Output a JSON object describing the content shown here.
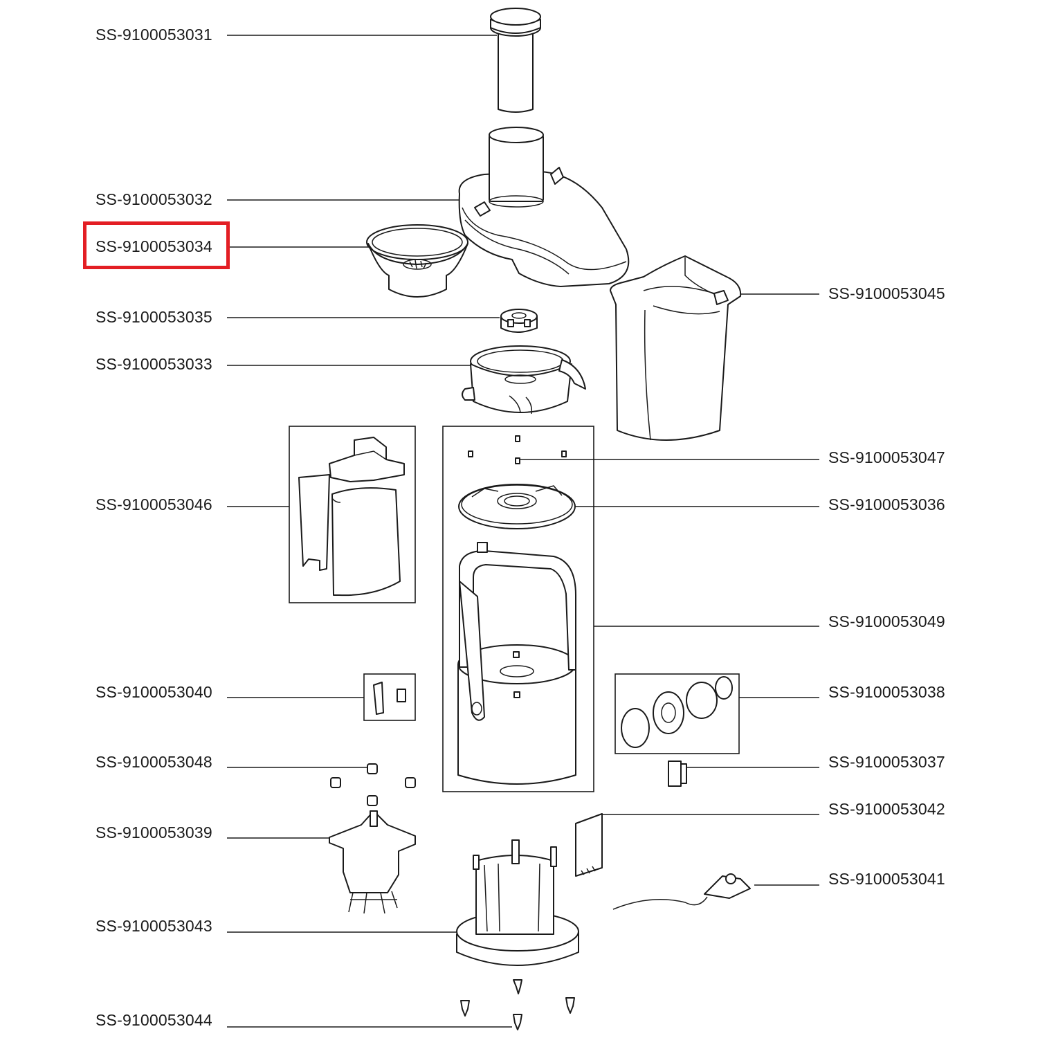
{
  "highlight": {
    "color": "#e31e24",
    "part": "SS-9100053034"
  },
  "labels": {
    "p3031": "SS-9100053031",
    "p3032": "SS-9100053032",
    "p3034": "SS-9100053034",
    "p3035": "SS-9100053035",
    "p3033": "SS-9100053033",
    "p3046": "SS-9100053046",
    "p3040": "SS-9100053040",
    "p3048": "SS-9100053048",
    "p3039": "SS-9100053039",
    "p3043": "SS-9100053043",
    "p3044": "SS-9100053044",
    "p3045": "SS-9100053045",
    "p3047": "SS-9100053047",
    "p3036": "SS-9100053036",
    "p3049": "SS-9100053049",
    "p3038": "SS-9100053038",
    "p3037": "SS-9100053037",
    "p3042": "SS-9100053042",
    "p3041": "SS-9100053041"
  }
}
